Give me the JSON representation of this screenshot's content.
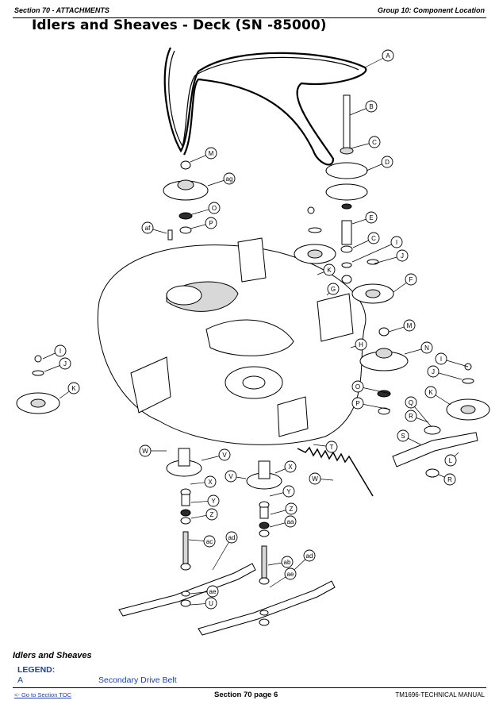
{
  "header": {
    "section": "Section 70 - ATTACHMENTS",
    "group": "Group 10: Component Location"
  },
  "title": "Idlers and Sheaves - Deck (SN -85000)",
  "callout_labels": [
    "A",
    "B",
    "C",
    "D",
    "E",
    "C",
    "I",
    "J",
    "F",
    "K",
    "G",
    "M",
    "H",
    "N",
    "O",
    "P",
    "I",
    "J",
    "K",
    "Q",
    "R",
    "S",
    "L",
    "R",
    "M",
    "ag",
    "O",
    "P",
    "af",
    "I",
    "J",
    "K",
    "W",
    "V",
    "X",
    "Y",
    "Z",
    "ac",
    "ad",
    "ae",
    "U",
    "T",
    "W",
    "V",
    "X",
    "Y",
    "Z",
    "aa",
    "ab",
    "ad",
    "ae"
  ],
  "section_heading": "Idlers and Sheaves",
  "legend": {
    "title": "LEGEND:",
    "items": [
      {
        "code": "A",
        "description": "Secondary Drive Belt"
      }
    ]
  },
  "footer": {
    "toc_link": "<- Go to Section TOC",
    "page": "Section 70 page 6",
    "manual": "TM1696-TECHNICAL MANUAL"
  }
}
